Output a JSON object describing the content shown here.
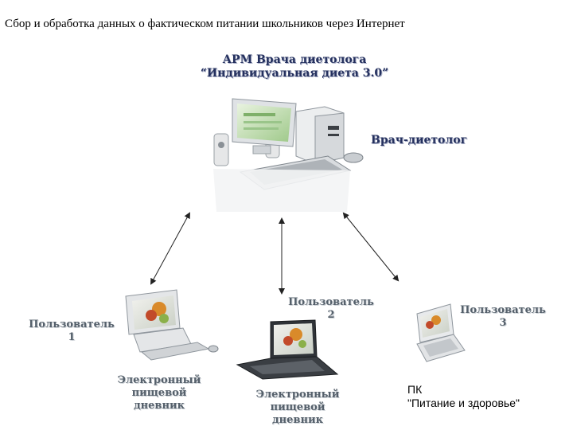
{
  "slide": {
    "title": "Сбор и обработка данных о фактическом питании школьников через Интернет"
  },
  "server": {
    "title_line1": "АРМ Врача диетолога",
    "title_line2": "“Индивидуальная диета 3.0”",
    "role_label": "Врач-диетолог"
  },
  "users": [
    {
      "label_line1": "Пользователь",
      "label_line2": "1",
      "diary_line1": "Электронный",
      "diary_line2": "пищевой",
      "diary_line3": "дневник"
    },
    {
      "label_line1": "Пользователь",
      "label_line2": "2",
      "diary_line1": "Электронный",
      "diary_line2": "пищевой",
      "diary_line3": "дневник"
    },
    {
      "label_line1": "Пользователь",
      "label_line2": "3",
      "pk_line1": "ПК",
      "pk_line2": "\"Питание и здоровье\""
    }
  ]
}
